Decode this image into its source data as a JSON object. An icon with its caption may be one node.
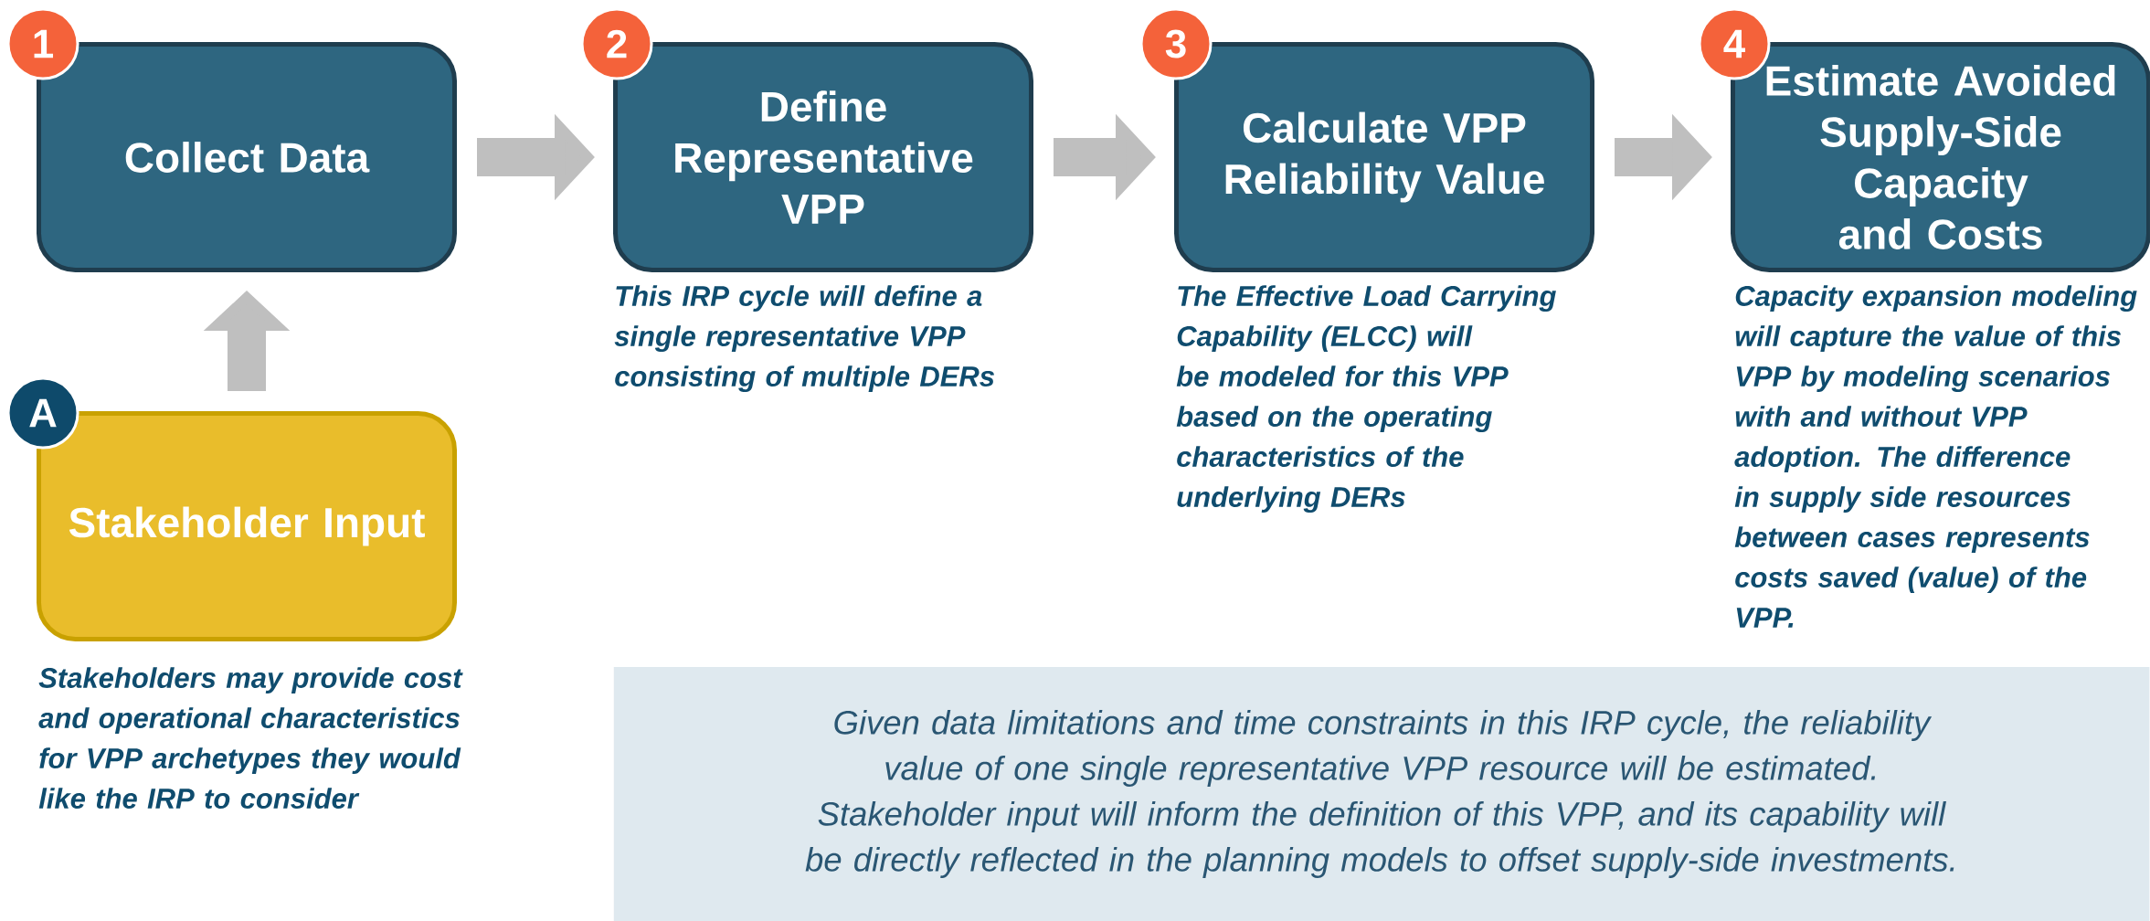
{
  "diagram": {
    "nodes": [
      {
        "text": [
          "1"
        ]
      },
      {
        "text": [
          "Collect Data"
        ]
      },
      {
        "text": [
          "2"
        ]
      },
      {
        "text": [
          "Define Representative VPP"
        ],
        "beside": [
          "This IRP cycle will define a single representative VPP consisting of multiple DERs"
        ]
      },
      {
        "text": [
          "3"
        ]
      },
      {
        "text": [
          "Calculate VPP Reliability Value"
        ],
        "beside": [
          "The Effective Load Carrying Capability (ELCC) will be modeled for this VPP based on the operating characteristics of the underlying DERs"
        ]
      },
      {
        "text": [
          "4"
        ]
      },
      {
        "text": [
          "Estimate Avoided Supply-Side Capacity and Costs"
        ],
        "beside": [
          "Capacity expansion modeling will capture the value of this VPP by modeling scenarios with and without VPP adoption. The difference in supply side resources between cases represents costs saved (value) of the VPP."
        ]
      },
      {
        "text": [
          "A"
        ]
      },
      {
        "text": [
          "Stakeholder Input"
        ],
        "beside": [
          "Stakeholders may provide cost and operational characteristics for VPP archetypes they would like the IRP to consider"
        ]
      },
      {
        "text": [
          "Given data limitations and time constraints in this IRP cycle, the reliability value of one single representative VPP resource will be estimated. Stakeholder input will inform the definition of this VPP, and its capability will be directly reflected in the planning models to offset supply-side investments."
        ]
      }
    ],
    "edges": [
      {
        "from": 1,
        "to": 3,
        "arrow": "to"
      },
      {
        "from": 3,
        "to": 5,
        "arrow": "to"
      },
      {
        "from": 5,
        "to": 7,
        "arrow": "to"
      },
      {
        "from": 9,
        "to": 1,
        "arrow": "to"
      }
    ]
  }
}
